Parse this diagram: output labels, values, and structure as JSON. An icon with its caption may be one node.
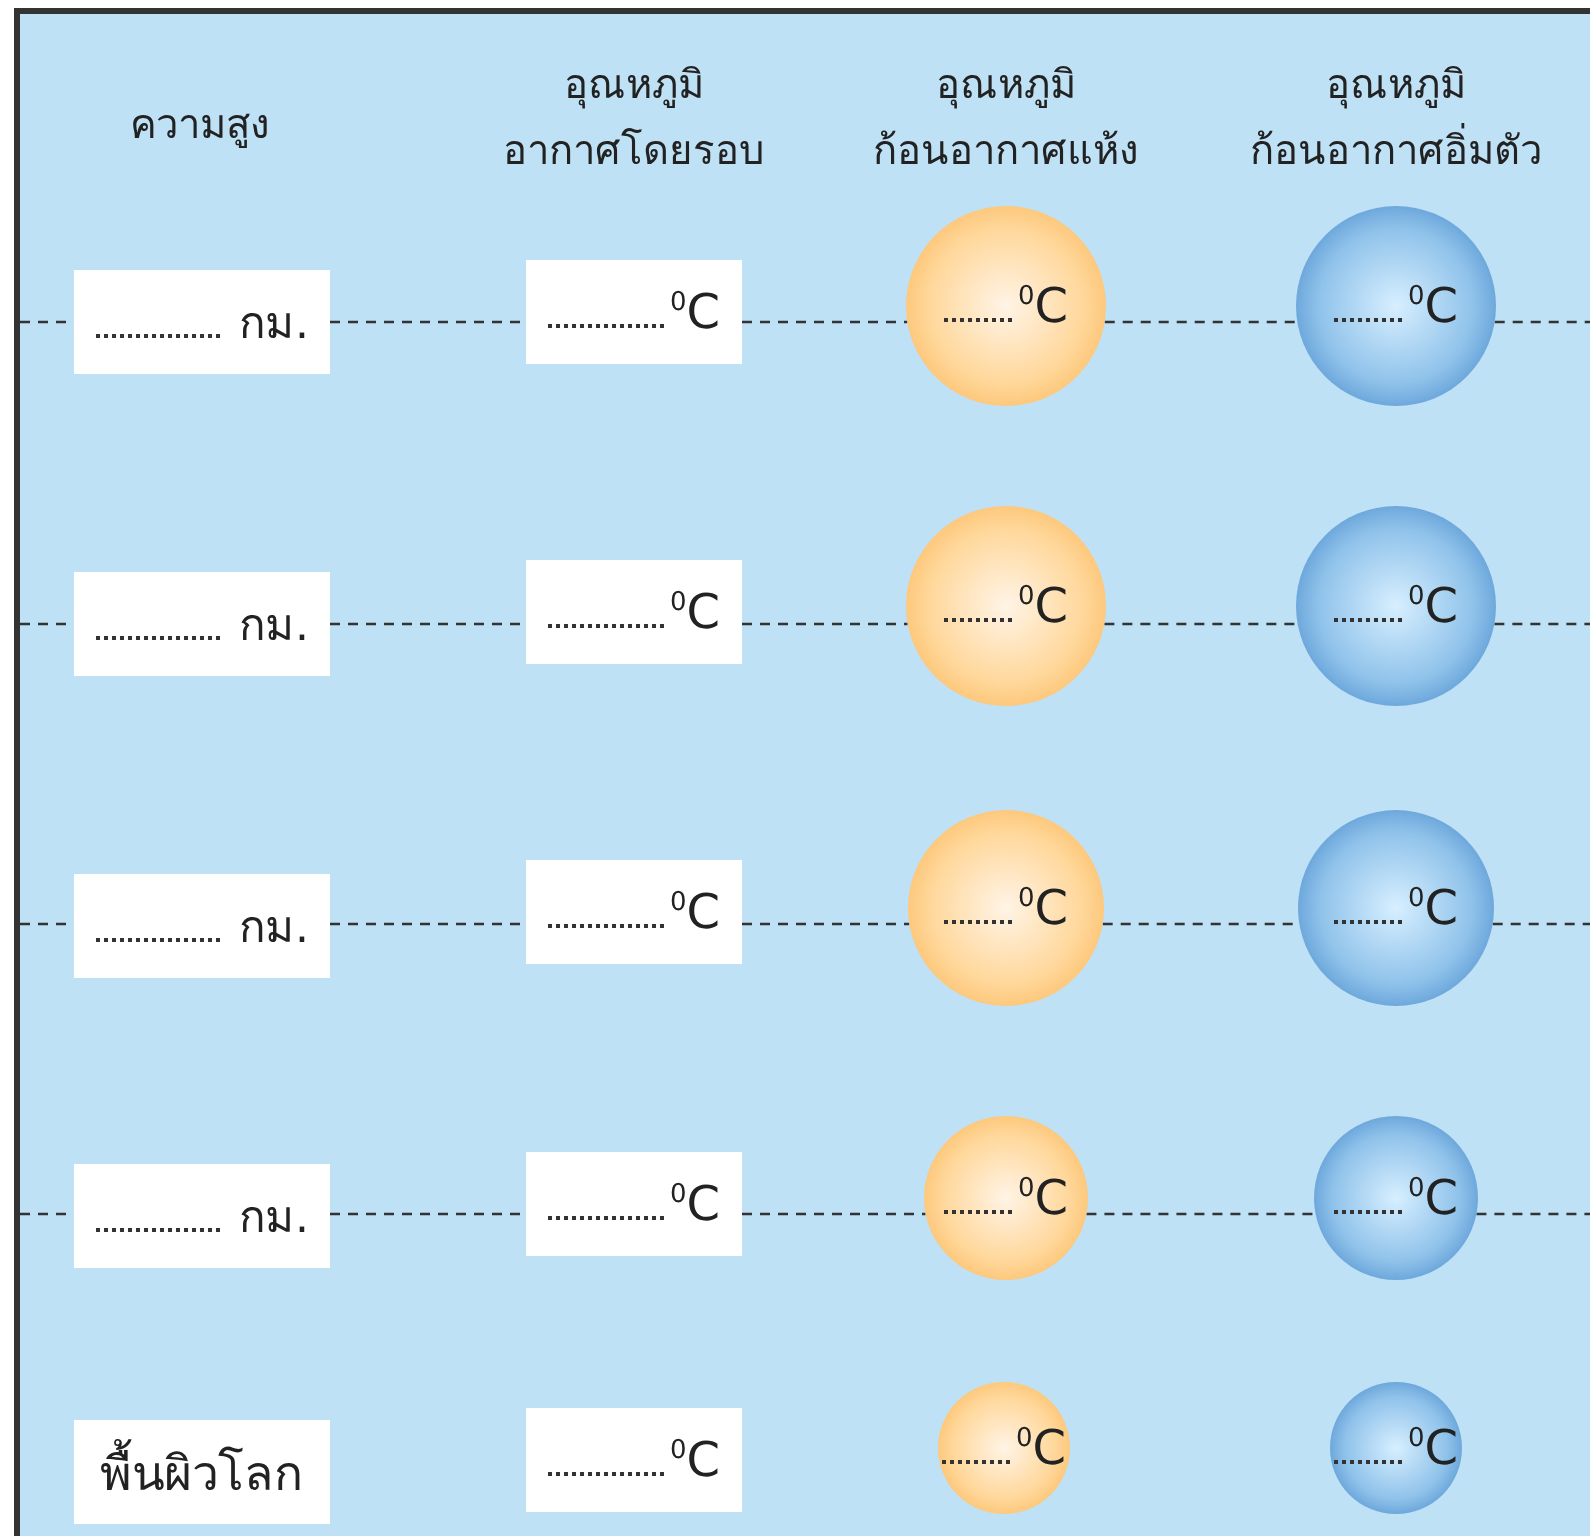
{
  "diagram": {
    "nodes": [
      {
        "text": [
          "กม."
        ]
      },
      {
        "text": [
          "$^{0}$C"
        ]
      },
      {
        "text": [
          "$^{0}$C"
        ]
      },
      {
        "text": [
          "$^{0}$C"
        ]
      },
      {
        "text": [
          "กม."
        ]
      },
      {
        "text": [
          "$^{0}$C"
        ]
      },
      {
        "text": [
          "$^{0}$C"
        ]
      },
      {
        "text": [
          "$^{0}$C"
        ]
      },
      {
        "text": [
          "กม."
        ]
      },
      {
        "text": [
          "$^{0}$C"
        ]
      },
      {
        "text": [
          "$^{0}$C"
        ]
      },
      {
        "text": [
          "$^{0}$C"
        ]
      },
      {
        "text": [
          "กม."
        ]
      },
      {
        "text": [
          "$^{0}$C"
        ]
      },
      {
        "text": [
          "$^{0}$C"
        ]
      },
      {
        "text": [
          "$^{0}$C"
        ]
      },
      {
        "text": [
          "พื้นผิวโลก"
        ]
      },
      {
        "text": [
          "$^{0}$C"
        ]
      },
      {
        "text": [
          "$^{0}$C"
        ]
      },
      {
        "text": [
          "$^{0}$C"
        ]
      }
    ],
    "edges": [
      {
        "from": 0,
        "to": 1,
        "arrow": "none",
        "style": "dashed"
      },
      {
        "from": 1,
        "to": 2,
        "arrow": "none",
        "style": "dashed"
      },
      {
        "from": 2,
        "to": 3,
        "arrow": "none",
        "style": "dashed"
      },
      {
        "from": 4,
        "to": 5,
        "arrow": "none",
        "style": "dashed"
      },
      {
        "from": 5,
        "to": 6,
        "arrow": "none",
        "style": "dashed"
      },
      {
        "from": 6,
        "to": 7,
        "arrow": "none",
        "style": "dashed"
      },
      {
        "from": 8,
        "to": 9,
        "arrow": "none",
        "style": "dashed"
      },
      {
        "from": 9,
        "to": 10,
        "arrow": "none",
        "style": "dashed"
      },
      {
        "from": 10,
        "to": 11,
        "arrow": "none",
        "style": "dashed"
      },
      {
        "from": 12,
        "to": 13,
        "arrow": "none",
        "style": "dashed"
      },
      {
        "from": 13,
        "to": 14,
        "arrow": "none",
        "style": "dashed"
      },
      {
        "from": 14,
        "to": 15,
        "arrow": "none",
        "style": "dashed"
      }
    ],
    "labels": [
      "ความสูง",
      "อุณหภูมิ อากาศโดยรอบ",
      "อุณหภูมิ ก้อนอากาศแห้ง",
      "อุณหภูมิ ก้อนอากาศอิ่มตัว"
    ]
  }
}
